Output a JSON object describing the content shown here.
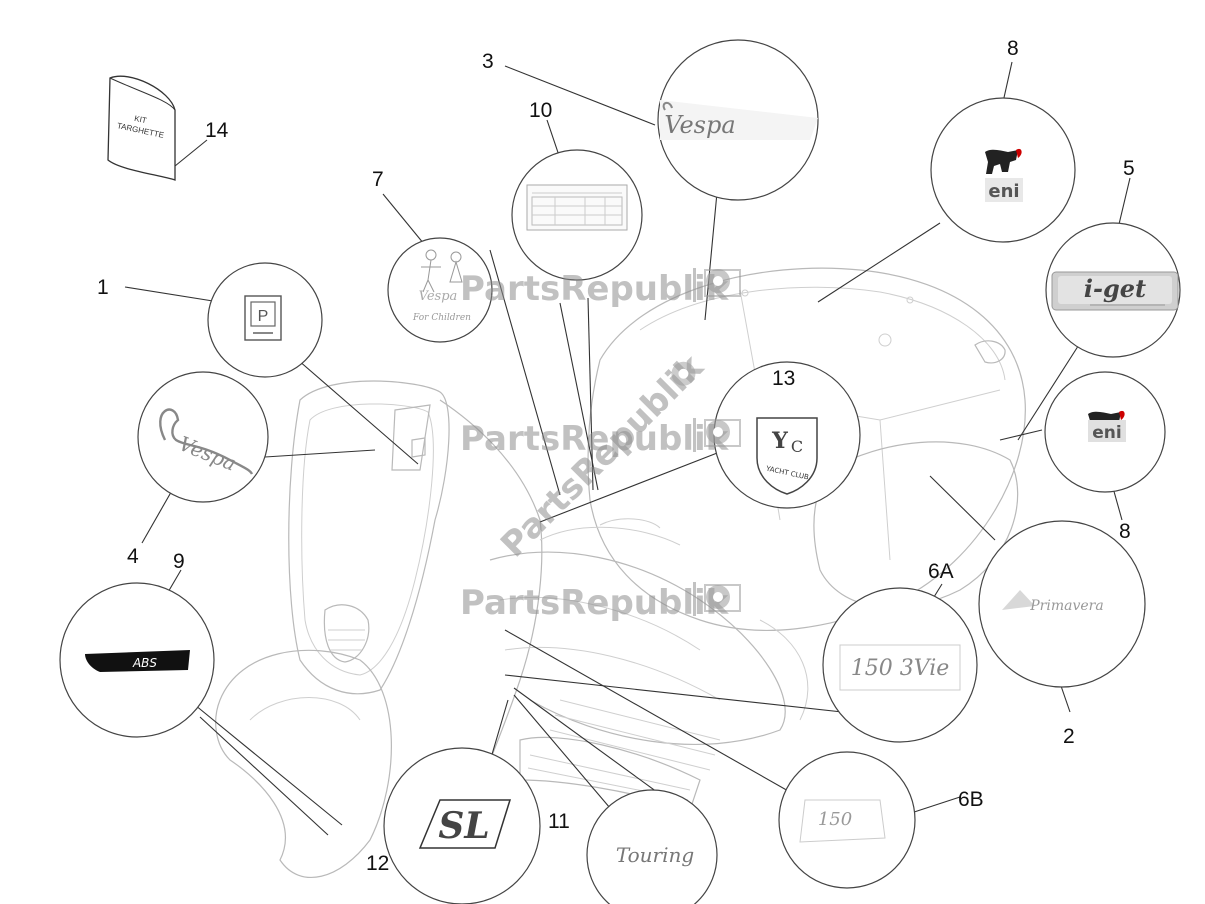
{
  "callouts": {
    "c1": "1",
    "c2": "2",
    "c3": "3",
    "c4": "4",
    "c5": "5",
    "c6a": "6A",
    "c6b": "6B",
    "c7": "7",
    "c8a": "8",
    "c8b": "8",
    "c9": "9",
    "c10": "10",
    "c11": "11",
    "c12": "12",
    "c13": "13",
    "c14": "14"
  },
  "watermark": {
    "text": "PartsRepublik"
  },
  "badges": {
    "kit_line1": "KIT",
    "kit_line2": "TARGHETTE",
    "eni_top": "eni",
    "eni_side": "eni",
    "iget": "i-get",
    "abs": "ABS",
    "sl": "SL",
    "touring": "Touring",
    "primavera": "Primavera",
    "v150_3vie": "150 3Vie",
    "v150": "150",
    "yacht_club": "YACHT CLUB",
    "vespa_for_children": "For Children"
  },
  "icons": [
    "gear-icon",
    "flag-icon",
    "piaggio-logo-icon",
    "eni-dog-icon",
    "yacht-club-shield-icon"
  ]
}
